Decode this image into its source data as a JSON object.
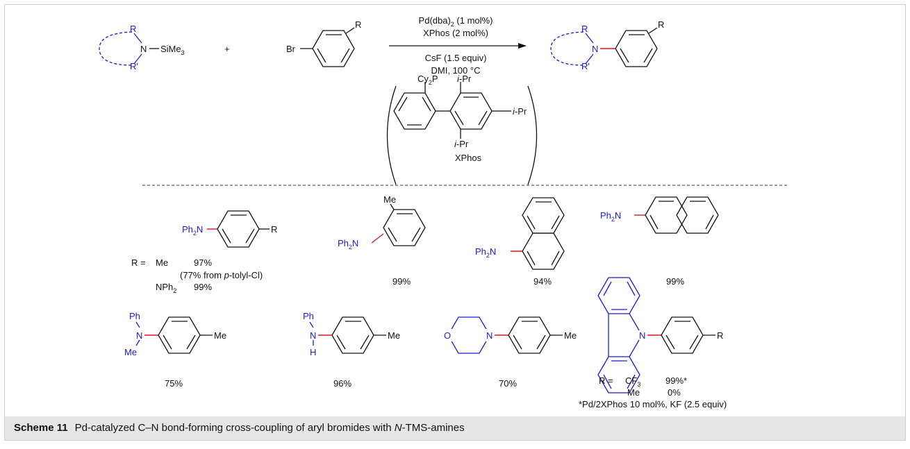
{
  "reaction": {
    "reactant_r": "R",
    "reactant_rp": "R'",
    "reactant_n": "N",
    "sime3": "SiMe",
    "sime3_sub": "3",
    "plus": "+",
    "br": "Br",
    "aryl_r": "R",
    "cond_above_1a": "Pd(dba)",
    "cond_above_1sub": "2",
    "cond_above_1b": " (1 mol%)",
    "cond_above_2": "XPhos (2 mol%)",
    "cond_below_1": "CsF (1.5 equiv)",
    "cond_below_2": "DMI, 100 °C",
    "prod_r": "R",
    "prod_rp": "R'",
    "prod_n": "N",
    "prod_aryl_r": "R"
  },
  "ligand": {
    "cy2p": "Cy",
    "cy2p_sub": "2",
    "cy2p_tail": "P",
    "ipr1_i": "i",
    "ipr1_tail": "-Pr",
    "ipr2_i": "i",
    "ipr2_tail": "-Pr",
    "ipr3_i": "i",
    "ipr3_tail": "-Pr",
    "name": "XPhos"
  },
  "products": {
    "p1": {
      "ph2n": "Ph",
      "ph2n_sub": "2",
      "ph2n_tail": "N",
      "r": "R",
      "r_eq": "R =",
      "me": "Me",
      "yield1": "97%",
      "note_pre": "(77% from ",
      "note_p": "p",
      "note_post": "-tolyl-Cl)",
      "nph2": "NPh",
      "nph2_sub": "2",
      "yield2": "99%"
    },
    "p2": {
      "me": "Me",
      "ph2n": "Ph",
      "ph2n_sub": "2",
      "ph2n_tail": "N",
      "yield": "99%"
    },
    "p3": {
      "ph2n": "Ph",
      "ph2n_sub": "2",
      "ph2n_tail": "N",
      "yield": "94%"
    },
    "p4": {
      "ph2n": "Ph",
      "ph2n_sub": "2",
      "ph2n_tail": "N",
      "yield": "99%"
    },
    "p5": {
      "ph": "Ph",
      "n": "N",
      "me_n": "Me",
      "me": "Me",
      "yield": "75%"
    },
    "p6": {
      "ph": "Ph",
      "n": "N",
      "h": "H",
      "me": "Me",
      "yield": "96%"
    },
    "p7": {
      "o": "O",
      "n": "N",
      "me": "Me",
      "yield": "70%"
    },
    "p8": {
      "n": "N",
      "r": "R",
      "r_eq": "R =",
      "cf3": "CF",
      "cf3_sub": "3",
      "yield1": "99%*",
      "me": "Me",
      "yield2": "0%",
      "footnote": "*Pd/2XPhos 10 mol%, KF (2.5 equiv)"
    }
  },
  "caption": {
    "label": "Scheme 11",
    "text_pre": "Pd-catalyzed C–N bond-forming cross-coupling of aryl bromides with ",
    "text_italic": "N",
    "text_post": "-TMS-amines"
  },
  "colors": {
    "blue": "#1a1ad6",
    "red": "#e0141e",
    "caption_bg": "#e6e6e6"
  }
}
